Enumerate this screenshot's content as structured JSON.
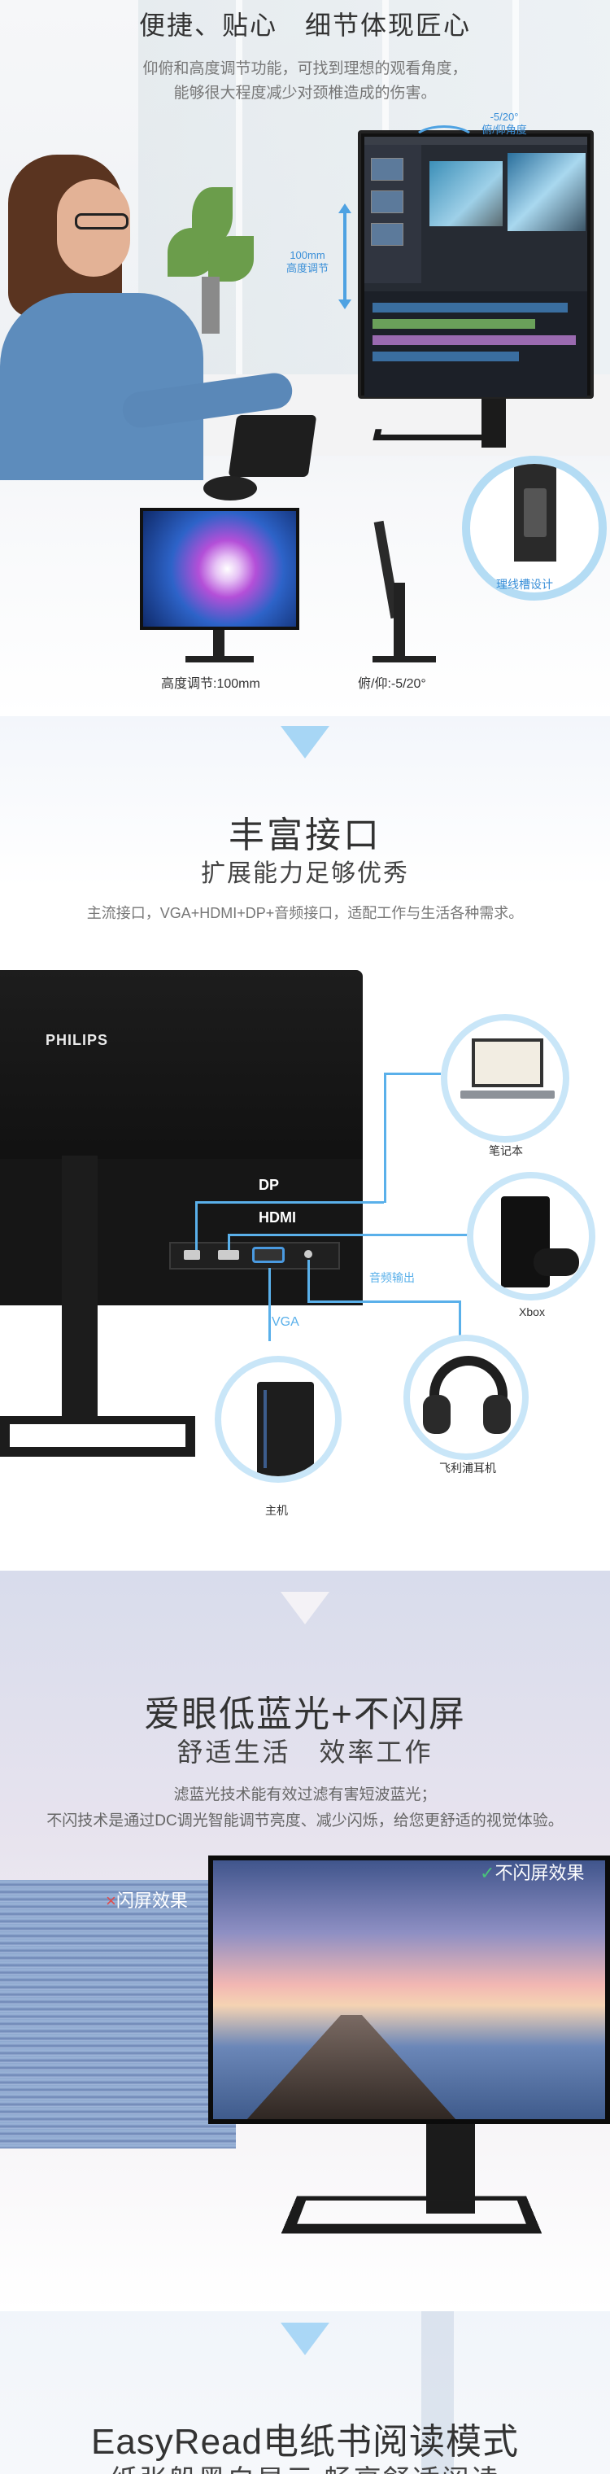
{
  "ergonomics": {
    "title": "便捷、贴心　细节体现匠心",
    "description_line1": "仰俯和高度调节功能，可找到理想的观看角度，",
    "description_line2": "能够很大程度减少对颈椎造成的伤害。",
    "tilt_callout_value": "-5/20°",
    "tilt_callout_label": "俯/仰角度",
    "height_callout_value": "100mm",
    "height_callout_label": "高度调节",
    "cable_slot_label": "理线槽设计",
    "height_caption": "高度调节:100mm",
    "tilt_caption": "俯/仰:-5/20°"
  },
  "connectivity": {
    "title": "丰富接口",
    "subtitle": "扩展能力足够优秀",
    "description": "主流接口，VGA+HDMI+DP+音频接口，适配工作与生活各种需求。",
    "brand": "PHILIPS",
    "ports": {
      "dp": "DP",
      "hdmi": "HDMI",
      "vga": "VGA",
      "audio": "音频输出"
    },
    "devices": {
      "laptop": "笔记本",
      "xbox": "Xbox",
      "headphones": "飞利浦耳机",
      "pc": "主机"
    }
  },
  "eyecare": {
    "title": "爱眼低蓝光+不闪屏",
    "subtitle": "舒适生活　效率工作",
    "description_line1": "滤蓝光技术能有效过滤有害短波蓝光；",
    "description_line2": "不闪技术是通过DC调光智能调节亮度、减少闪烁，给您更舒适的视觉体验。",
    "flicker_label": "闪屏效果",
    "flicker_mark": "×",
    "no_flicker_label": "不闪屏效果",
    "no_flicker_mark": "✓"
  },
  "easyread": {
    "title": "EasyRead电纸书阅读模式",
    "subtitle": "纸张般黑白显示 畅享舒适阅读"
  },
  "colors": {
    "accent_blue": "#4ea2e2",
    "text_dark": "#333333",
    "text_muted": "#777777"
  }
}
